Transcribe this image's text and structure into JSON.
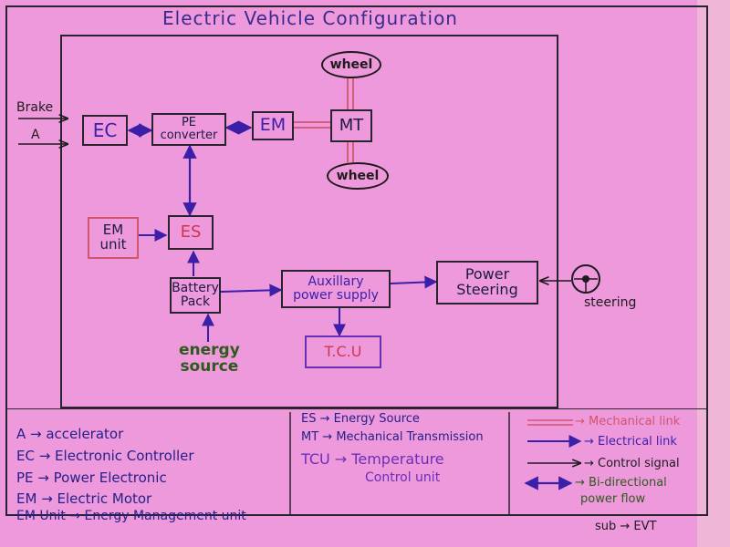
{
  "title": "Electric Vehicle Configuration",
  "inputs": {
    "brake": "Brake",
    "accelerator": "A"
  },
  "blocks": {
    "ec": "EC",
    "pe": "PE\nconverter",
    "em": "EM",
    "mt": "MT",
    "wheel_top": "wheel",
    "wheel_bottom": "wheel",
    "em_unit": "EM\nunit",
    "es": "ES",
    "battery": "Battery\nPack",
    "aux": "Auxillary\npower supply",
    "steering_box": "Power\nSteering",
    "tcu": "T.C.U"
  },
  "energy_source": "energy\nsource",
  "steering_label": "steering",
  "abbreviations": [
    "A → accelerator",
    "EC → Electronic Controller",
    "PE → Power Electronic",
    "EM → Electric Motor",
    "EM Unit → Energy Management unit"
  ],
  "abbreviations2": {
    "es": "ES → Energy Source",
    "mt": "MT → Mechanical Transmission",
    "tcu_1": "TCU → Temperature",
    "tcu_2": "Control unit"
  },
  "link_legend": {
    "mechanical": "→ Mechanical link",
    "electrical": "→ Electrical link",
    "control": "→ Control signal",
    "bidir_1": "→ Bi-directional",
    "bidir_2": "power flow"
  },
  "footer": "sub → EVT",
  "colors": {
    "paper": "#ee99dc",
    "electrical": "#3b1fa8",
    "mechanical": "#d2556e",
    "energy_text": "#2f5a1e",
    "red_text": "#d2354a"
  }
}
